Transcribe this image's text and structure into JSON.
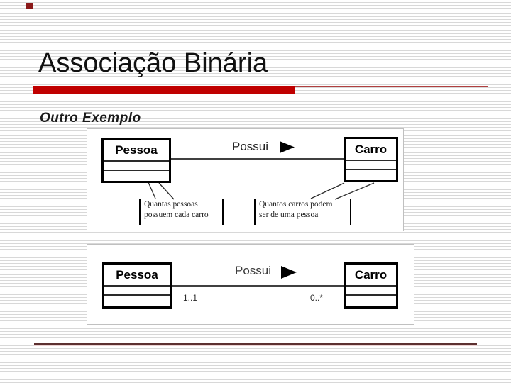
{
  "slide": {
    "title": "Associação Binária",
    "subtitle": "Outro Exemplo"
  },
  "colors": {
    "accent_red": "#c00000",
    "square_maroon": "#8b1a1a",
    "footer_maroon": "#5c3030"
  },
  "diagram1": {
    "left_class": "Pessoa",
    "right_class": "Carro",
    "association_label": "Possui",
    "direction_icon": "solid-right-triangle",
    "left_note": [
      "Quantas pessoas",
      "possuem cada carro"
    ],
    "right_note": [
      "Quantos carros podem",
      "ser de uma pessoa"
    ]
  },
  "diagram2": {
    "left_class": "Pessoa",
    "right_class": "Carro",
    "association_label": "Possui",
    "left_multiplicity": "1..1",
    "right_multiplicity": "0..*"
  }
}
